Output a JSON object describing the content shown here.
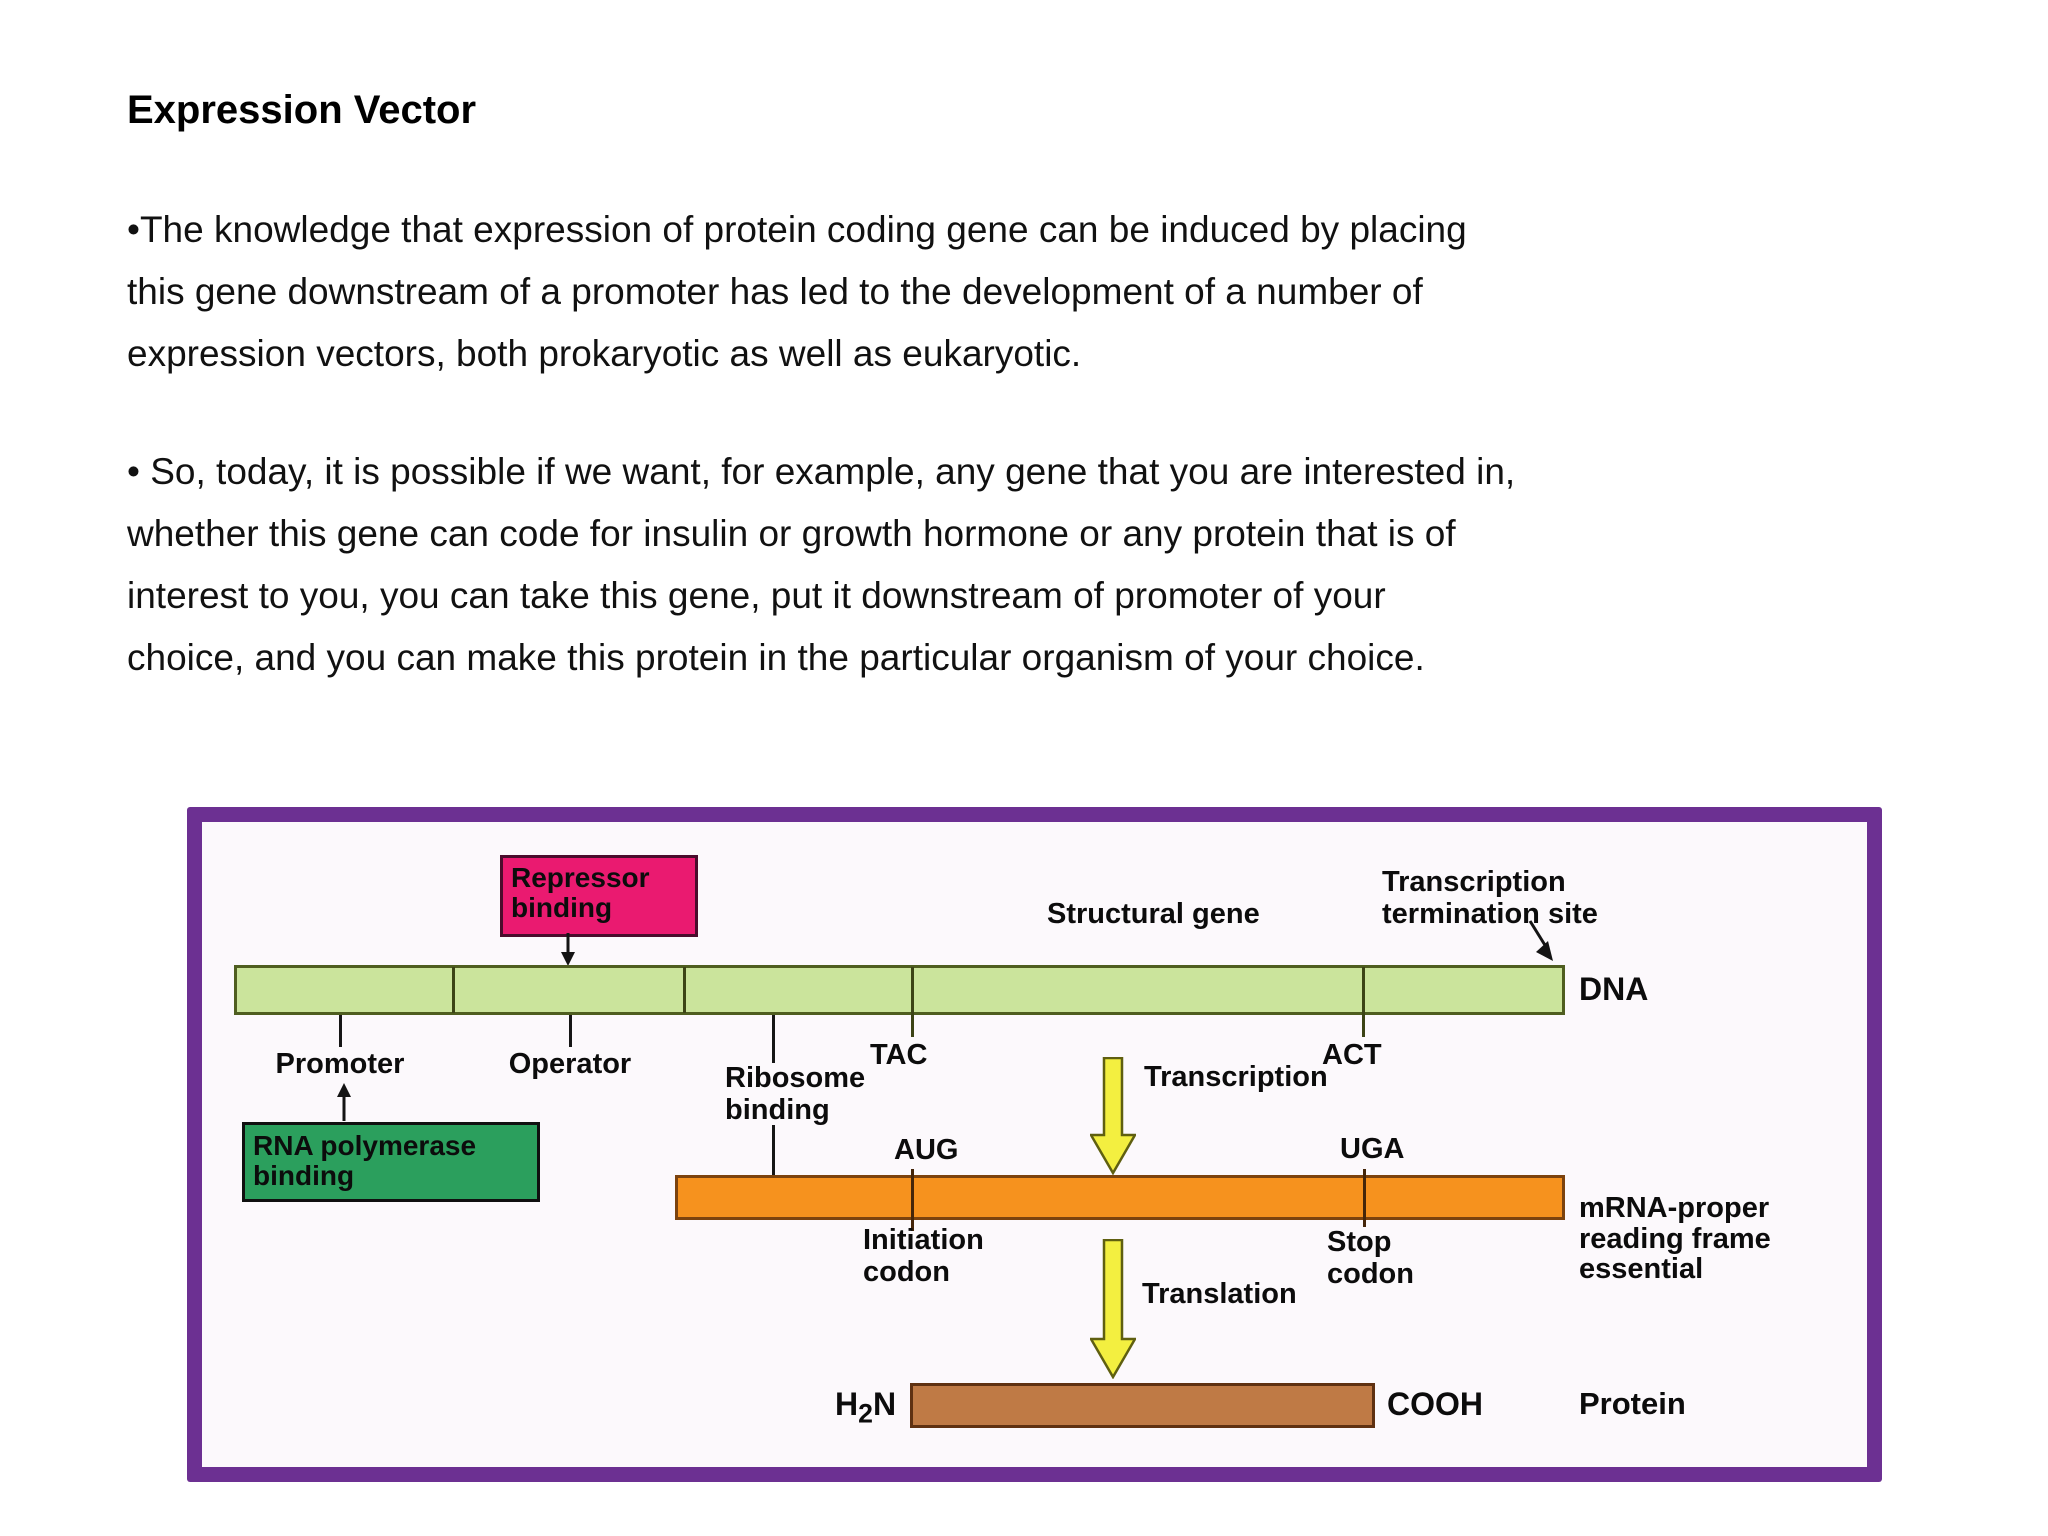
{
  "slide": {
    "title": "Expression Vector",
    "bullets": [
      {
        "lines": [
          "•The knowledge that expression of protein coding gene can be induced by placing",
          "this gene downstream of a promoter has led to the development of a number of",
          "expression vectors, both prokaryotic as well as eukaryotic."
        ]
      },
      {
        "lines": [
          "• So, today, it is possible if we want, for example, any gene that you are interested in,",
          "whether this gene can code for insulin or growth hormone or any protein that is of",
          "interest to you, you can take this gene, put it downstream of promoter of your",
          "choice, and you can make this protein in the particular organism of your choice."
        ]
      }
    ]
  },
  "diagram": {
    "repressor_binding": "Repressor binding",
    "structural_gene": "Structural gene",
    "termination_site": "Transcription termination site",
    "dna": "DNA",
    "promoter": "Promoter",
    "operator": "Operator",
    "rna_polymerase_binding": "RNA polymerase binding",
    "ribosome_binding": "Ribosome binding",
    "tac": "TAC",
    "act": "ACT",
    "aug": "AUG",
    "uga": "UGA",
    "transcription": "Transcription",
    "translation": "Translation",
    "initiation_codon": "Initiation codon",
    "stop_codon": "Stop codon",
    "mrna_note": "mRNA-proper reading frame essential",
    "amino_end": {
      "h": "H",
      "sub": "2",
      "n": "N"
    },
    "carboxyl_end": "COOH",
    "protein": "Protein",
    "colors": {
      "frame": "#6c3092",
      "dna_fill": "#cbe49c",
      "dna_border": "#4f5e20",
      "repressor_fill": "#ea1a70",
      "polymerase_fill": "#2b9f5d",
      "mrna_fill": "#f6921e",
      "mrna_border": "#7c430e",
      "protein_fill": "#bf7a45",
      "protein_border": "#5f3111",
      "arrow_fill": "#f3ef40",
      "arrow_stroke": "#5f5f10"
    }
  }
}
